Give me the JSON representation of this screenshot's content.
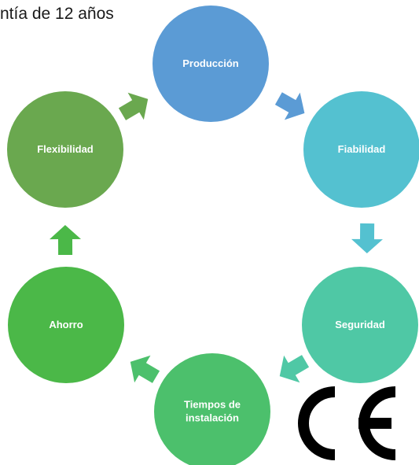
{
  "heading": "ntía de 12 años",
  "cycle": {
    "nodes": [
      {
        "label": [
          "Producción"
        ],
        "color": "#5b9bd5"
      },
      {
        "label": [
          "Fiabilidad"
        ],
        "color": "#54c1d0"
      },
      {
        "label": [
          "Seguridad"
        ],
        "color": "#4fc8a5"
      },
      {
        "label": [
          "Tiempos de",
          "instalación"
        ],
        "color": "#4cc06c"
      },
      {
        "label": [
          "Ahorro"
        ],
        "color": "#4bb848"
      },
      {
        "label": [
          "Flexibilidad"
        ],
        "color": "#6aa84f"
      }
    ],
    "arrow_colors": [
      "#5b9bd5",
      "#54c1d0",
      "#4fc8a5",
      "#4cc06c",
      "#4bb848",
      "#6aa84f"
    ]
  },
  "certification_mark": "CE"
}
